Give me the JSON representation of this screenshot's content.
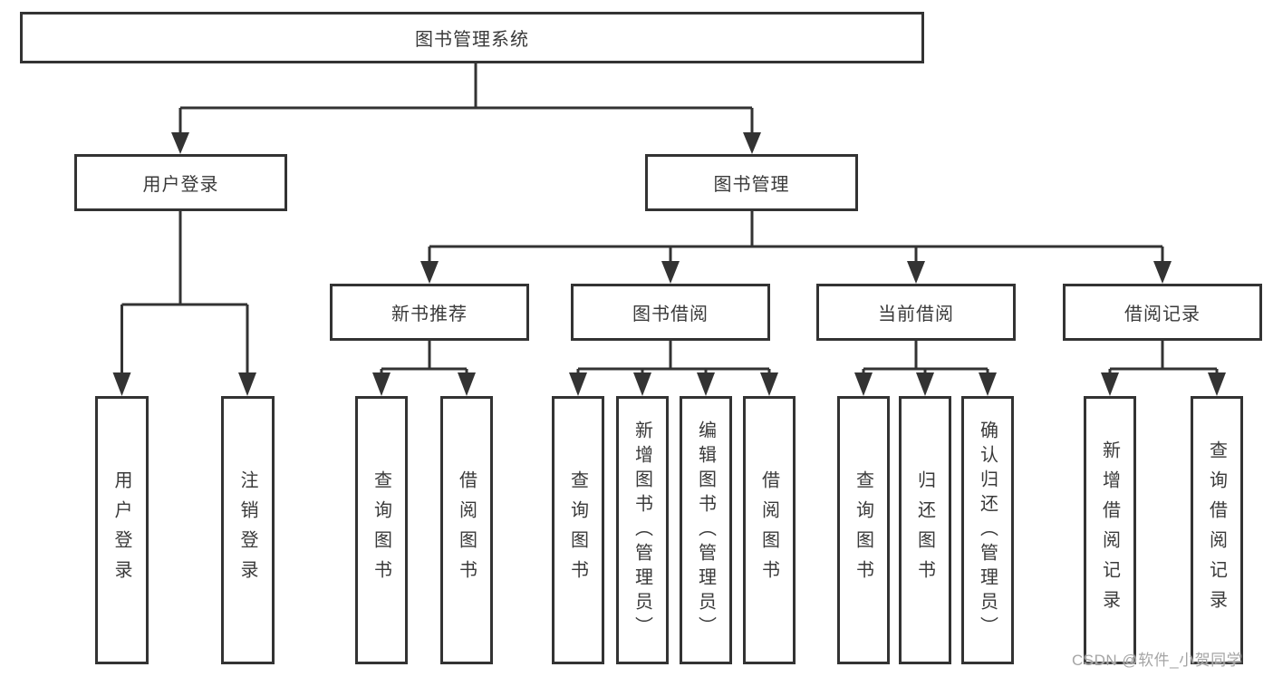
{
  "tree": {
    "root": "图书管理系统",
    "branches": [
      {
        "label": "用户登录",
        "leaves": [
          "用户登录",
          "注销登录"
        ]
      },
      {
        "label": "图书管理",
        "groups": [
          {
            "label": "新书推荐",
            "leaves": [
              "查询图书",
              "借阅图书"
            ]
          },
          {
            "label": "图书借阅",
            "leaves": [
              "查询图书",
              "新增图书（管理员）",
              "编辑图书（管理员）",
              "借阅图书"
            ]
          },
          {
            "label": "当前借阅",
            "leaves": [
              "查询图书",
              "归还图书",
              "确认归还（管理员）"
            ]
          },
          {
            "label": "借阅记录",
            "leaves": [
              "新增借阅记录",
              "查询借阅记录"
            ]
          }
        ]
      }
    ]
  },
  "watermark": {
    "text": "CSDN @软件_小贺同学"
  },
  "colors": {
    "line": "#333333",
    "text": "#3a3a3a",
    "watermark": "#a5a5a5",
    "background": "#ffffff"
  }
}
